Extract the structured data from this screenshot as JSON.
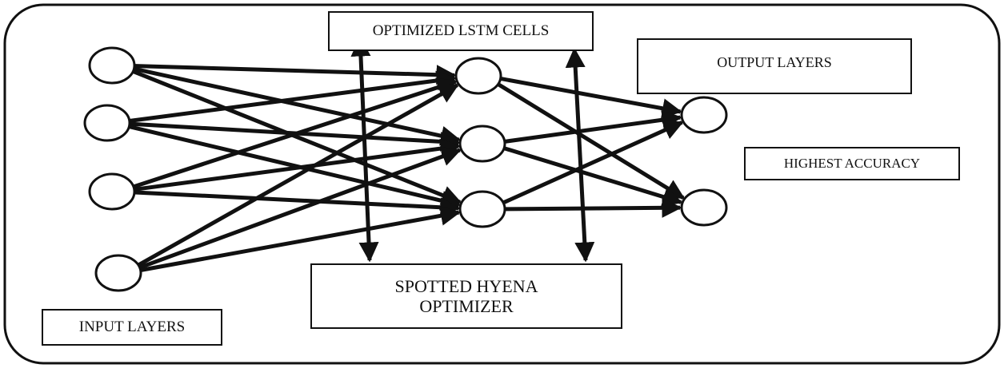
{
  "diagram": {
    "labels": {
      "lstm_cells": "OPTIMIZED LSTM CELLS",
      "output_layers": "OUTPUT LAYERS",
      "highest_accuracy": "HIGHEST ACCURACY",
      "optimizer": "SPOTTED HYENA\nOPTIMIZER",
      "input_layers": "INPUT LAYERS"
    },
    "network": {
      "input_nodes": 4,
      "hidden_nodes": 3,
      "output_nodes": 2,
      "connectivity": "fully-connected"
    },
    "colors": {
      "stroke": "#111111",
      "background": "#ffffff"
    }
  }
}
